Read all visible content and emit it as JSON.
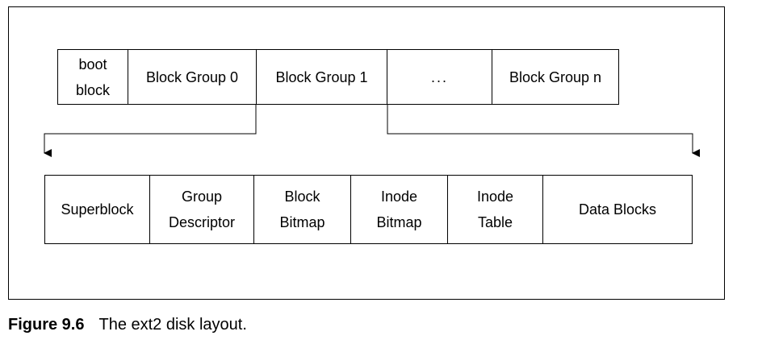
{
  "top_row": [
    {
      "label": "boot\nblock"
    },
    {
      "label": "Block Group 0"
    },
    {
      "label": "Block Group 1"
    },
    {
      "label": "..."
    },
    {
      "label": "Block Group n"
    }
  ],
  "bottom_row": [
    {
      "label": "Superblock"
    },
    {
      "label": "Group\nDescriptor"
    },
    {
      "label": "Block\nBitmap"
    },
    {
      "label": "Inode\nBitmap"
    },
    {
      "label": "Inode\nTable"
    },
    {
      "label": "Data Blocks"
    }
  ],
  "caption": {
    "figure_label": "Figure 9.6",
    "text": "The ext2 disk layout."
  }
}
